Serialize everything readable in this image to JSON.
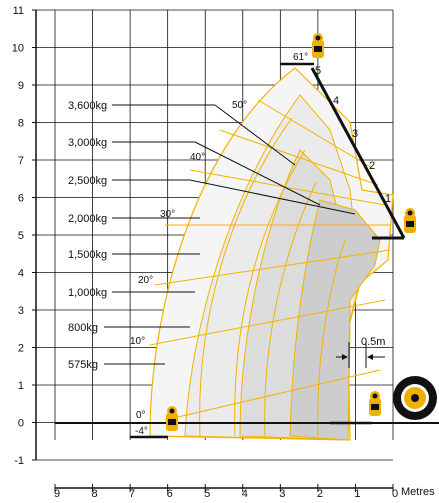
{
  "diagram": {
    "y_axis_ticks": [
      "11",
      "10",
      "9",
      "8",
      "7",
      "6",
      "5",
      "4",
      "3",
      "2",
      "1",
      "0",
      "-1"
    ],
    "x_axis_ticks": [
      "9",
      "8",
      "7",
      "6",
      "5",
      "4",
      "3",
      "2",
      "1",
      "0"
    ],
    "x_unit": "Metres",
    "load_labels": [
      "3,600kg",
      "3,000kg",
      "2,500kg",
      "2,000kg",
      "1,500kg",
      "1,000kg",
      "800kg",
      "575kg"
    ],
    "angle_labels": [
      "61°",
      "50°",
      "40°",
      "30°",
      "20°",
      "10°",
      "0°",
      "-4°"
    ],
    "extension_labels": [
      "5",
      "4",
      "3",
      "2",
      "1"
    ],
    "dimension_label": "0.5m",
    "colors": {
      "zone_outline": "#f2b400",
      "zone_light": "#f4f4f4",
      "zone_mid": "#e6e6e6",
      "zone_dark": "#c9c9c9",
      "grid": "#111111",
      "boom": "#111111",
      "operator": "#f0b000"
    },
    "icons": [
      "operator-icon",
      "tyre-icon"
    ]
  }
}
